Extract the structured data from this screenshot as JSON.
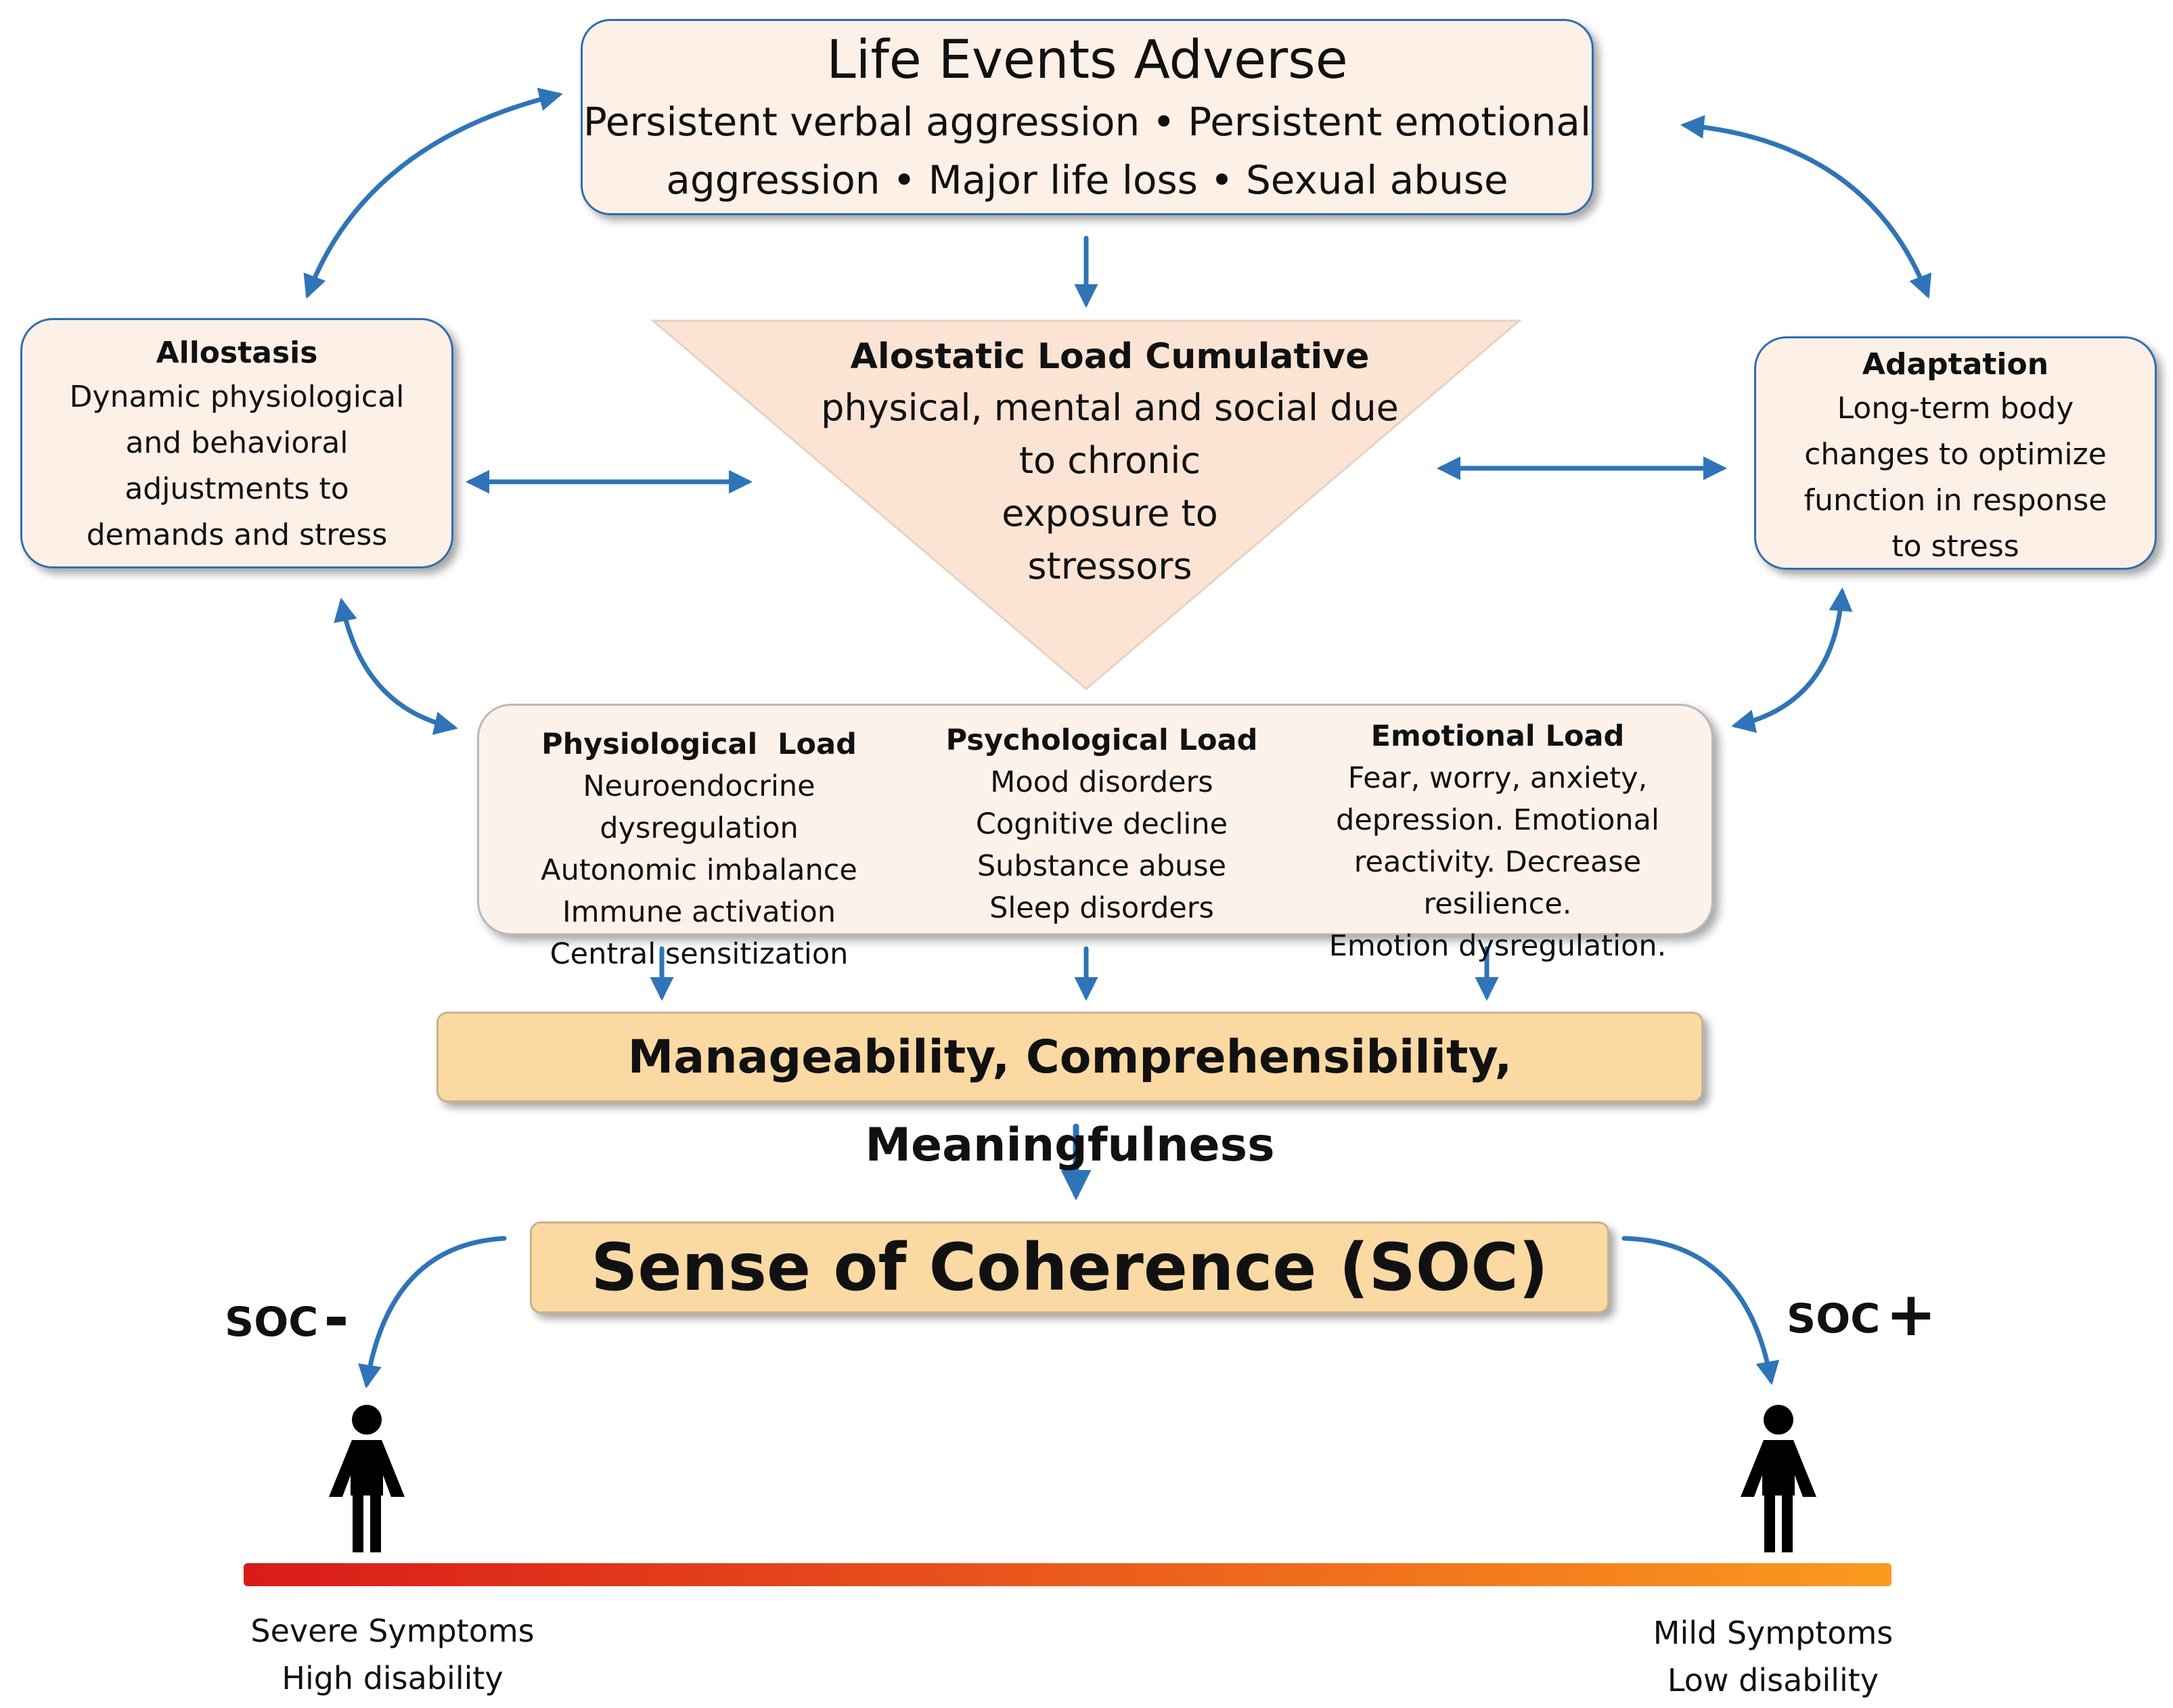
{
  "life_events": {
    "title": "Life Events Adverse",
    "line1": "Persistent verbal aggression • Persistent emotional",
    "line2": "aggression • Major life loss • Sexual abuse"
  },
  "allostasis": {
    "title": "Allostasis",
    "lines": [
      "Dynamic physiological",
      "and behavioral",
      "adjustments to",
      "demands and stress"
    ]
  },
  "adaptation": {
    "title": "Adaptation",
    "lines": [
      "Long-term body",
      "changes to optimize",
      "function in response",
      "to stress"
    ]
  },
  "alostatic_load": {
    "title": "Alostatic Load Cumulative",
    "lines": [
      "physical, mental and social due",
      "to chronic",
      "exposure to",
      "stressors"
    ]
  },
  "loads": {
    "physiological": {
      "title": "Physiological  Load",
      "lines": [
        "Neuroendocrine dysregulation",
        "Autonomic imbalance",
        "Immune activation",
        "Central sensitization"
      ]
    },
    "psychological": {
      "title": "Psychological Load",
      "lines": [
        "Mood disorders",
        "Cognitive decline",
        "Substance abuse",
        "Sleep disorders"
      ]
    },
    "emotional": {
      "title": "Emotional Load",
      "lines": [
        "Fear, worry, anxiety,",
        "depression. Emotional",
        "reactivity. Decrease resilience.",
        "Emotion dysregulation."
      ]
    }
  },
  "manageability": "Manageability, Comprehensibility, Meaningfulness",
  "soc": {
    "title": "Sense of Coherence (SOC)",
    "minus_label": "SOC",
    "minus_sign": "-",
    "plus_label": "SOC",
    "plus_sign": "+"
  },
  "scale": {
    "left_line1": "Severe Symptoms",
    "left_line2": "High disability",
    "right_line1": "Mild Symptoms",
    "right_line2": "Low disability"
  },
  "colors": {
    "arrow": "#2f74b8",
    "box_border": "#2f6db3",
    "box_fill": "#fdf0e6",
    "orange_fill": "#fbd9a3",
    "triangle_fill": "#fce4d4",
    "gradient_start": "#d91a1a",
    "gradient_end": "#fb9a1e"
  }
}
